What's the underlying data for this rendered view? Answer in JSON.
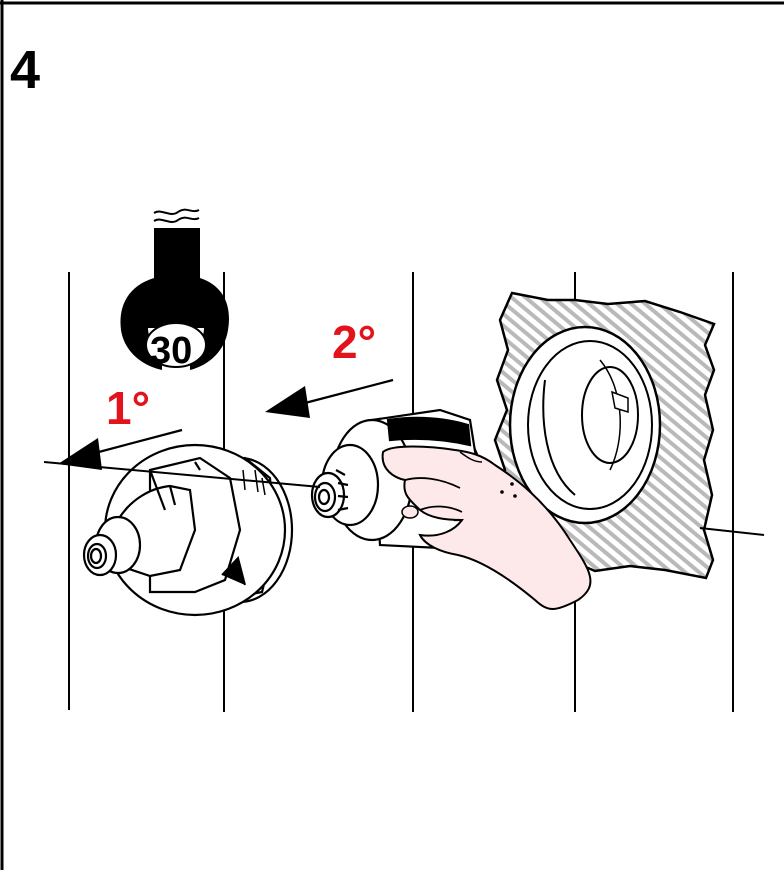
{
  "step": {
    "number": "4"
  },
  "wrench": {
    "size": "30",
    "icon": "wrench-icon"
  },
  "labels": {
    "first": "1°",
    "second": "2°"
  },
  "colors": {
    "accent_red": "#e3131b",
    "hand_fill": "#fde9ea",
    "wall_hatch": "#b9b9b9"
  }
}
